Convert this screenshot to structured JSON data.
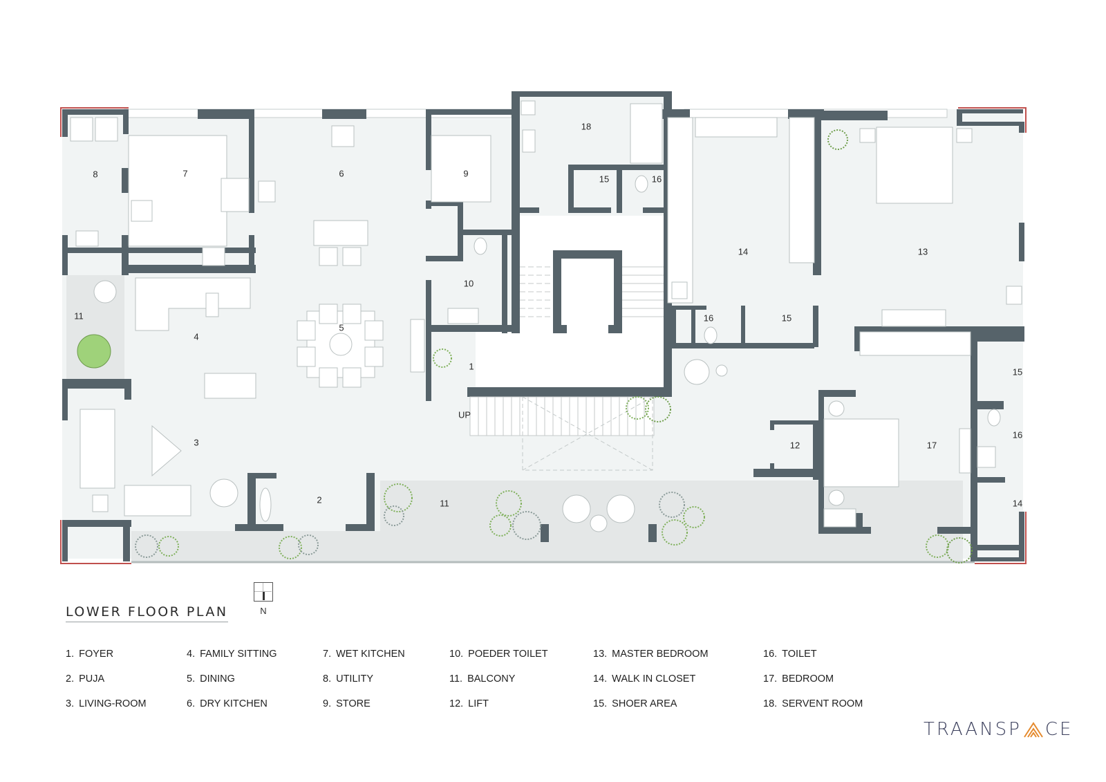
{
  "title": "LOWER FLOOR PLAN",
  "north_label": "N",
  "stair_label": "UP",
  "brand": {
    "prefix": "TRAANSP",
    "suffix": "CE",
    "accent_color": "#e58a2e",
    "text_color": "#3b3f5c"
  },
  "colors": {
    "wall": "#56636a",
    "floor": "#f1f4f4",
    "balcony": "#e3e6e6",
    "fixture": "#ffffff",
    "edge_red": "#c0504d",
    "plant_green": "#8cbf5a",
    "plant_grey": "#8a9a98"
  },
  "rooms": [
    {
      "id": "8",
      "label": "8",
      "name": "UTILITY"
    },
    {
      "id": "7",
      "label": "7",
      "name": "WET KITCHEN"
    },
    {
      "id": "6",
      "label": "6",
      "name": "DRY KITCHEN"
    },
    {
      "id": "9",
      "label": "9",
      "name": "STORE"
    },
    {
      "id": "18",
      "label": "18",
      "name": "SERVENT ROOM"
    },
    {
      "id": "15a",
      "label": "15",
      "name": "SHOER AREA"
    },
    {
      "id": "16a",
      "label": "16",
      "name": "TOILET"
    },
    {
      "id": "14a",
      "label": "14",
      "name": "WALK IN CLOSET"
    },
    {
      "id": "13",
      "label": "13",
      "name": "MASTER BEDROOM"
    },
    {
      "id": "10",
      "label": "10",
      "name": "POEDER TOILET"
    },
    {
      "id": "11a",
      "label": "11",
      "name": "BALCONY"
    },
    {
      "id": "4",
      "label": "4",
      "name": "FAMILY SITTING"
    },
    {
      "id": "5",
      "label": "5",
      "name": "DINING"
    },
    {
      "id": "16b",
      "label": "16",
      "name": "TOILET"
    },
    {
      "id": "15b",
      "label": "15",
      "name": "SHOER AREA"
    },
    {
      "id": "1",
      "label": "1",
      "name": "FOYER"
    },
    {
      "id": "15c",
      "label": "15",
      "name": "SHOER AREA"
    },
    {
      "id": "3",
      "label": "3",
      "name": "LIVING-ROOM"
    },
    {
      "id": "12",
      "label": "12",
      "name": "LIFT"
    },
    {
      "id": "17",
      "label": "17",
      "name": "BEDROOM"
    },
    {
      "id": "16c",
      "label": "16",
      "name": "TOILET"
    },
    {
      "id": "2",
      "label": "2",
      "name": "PUJA"
    },
    {
      "id": "11b",
      "label": "11",
      "name": "BALCONY"
    },
    {
      "id": "14b",
      "label": "14",
      "name": "WALK IN CLOSET"
    }
  ],
  "legend": [
    [
      {
        "num": "1.",
        "name": "FOYER"
      },
      {
        "num": "2.",
        "name": "PUJA"
      },
      {
        "num": "3.",
        "name": "LIVING-ROOM"
      }
    ],
    [
      {
        "num": "4.",
        "name": "FAMILY SITTING"
      },
      {
        "num": "5.",
        "name": "DINING"
      },
      {
        "num": "6.",
        "name": "DRY KITCHEN"
      }
    ],
    [
      {
        "num": "7.",
        "name": "WET KITCHEN"
      },
      {
        "num": "8.",
        "name": "UTILITY"
      },
      {
        "num": "9.",
        "name": "STORE"
      }
    ],
    [
      {
        "num": "10.",
        "name": "POEDER TOILET"
      },
      {
        "num": "11.",
        "name": "BALCONY"
      },
      {
        "num": "12.",
        "name": "LIFT"
      }
    ],
    [
      {
        "num": "13.",
        "name": "MASTER BEDROOM"
      },
      {
        "num": "14.",
        "name": "WALK IN CLOSET"
      },
      {
        "num": "15.",
        "name": "SHOER AREA"
      }
    ],
    [
      {
        "num": "16.",
        "name": "TOILET"
      },
      {
        "num": "17.",
        "name": "BEDROOM"
      },
      {
        "num": "18.",
        "name": "SERVENT ROOM"
      }
    ]
  ]
}
